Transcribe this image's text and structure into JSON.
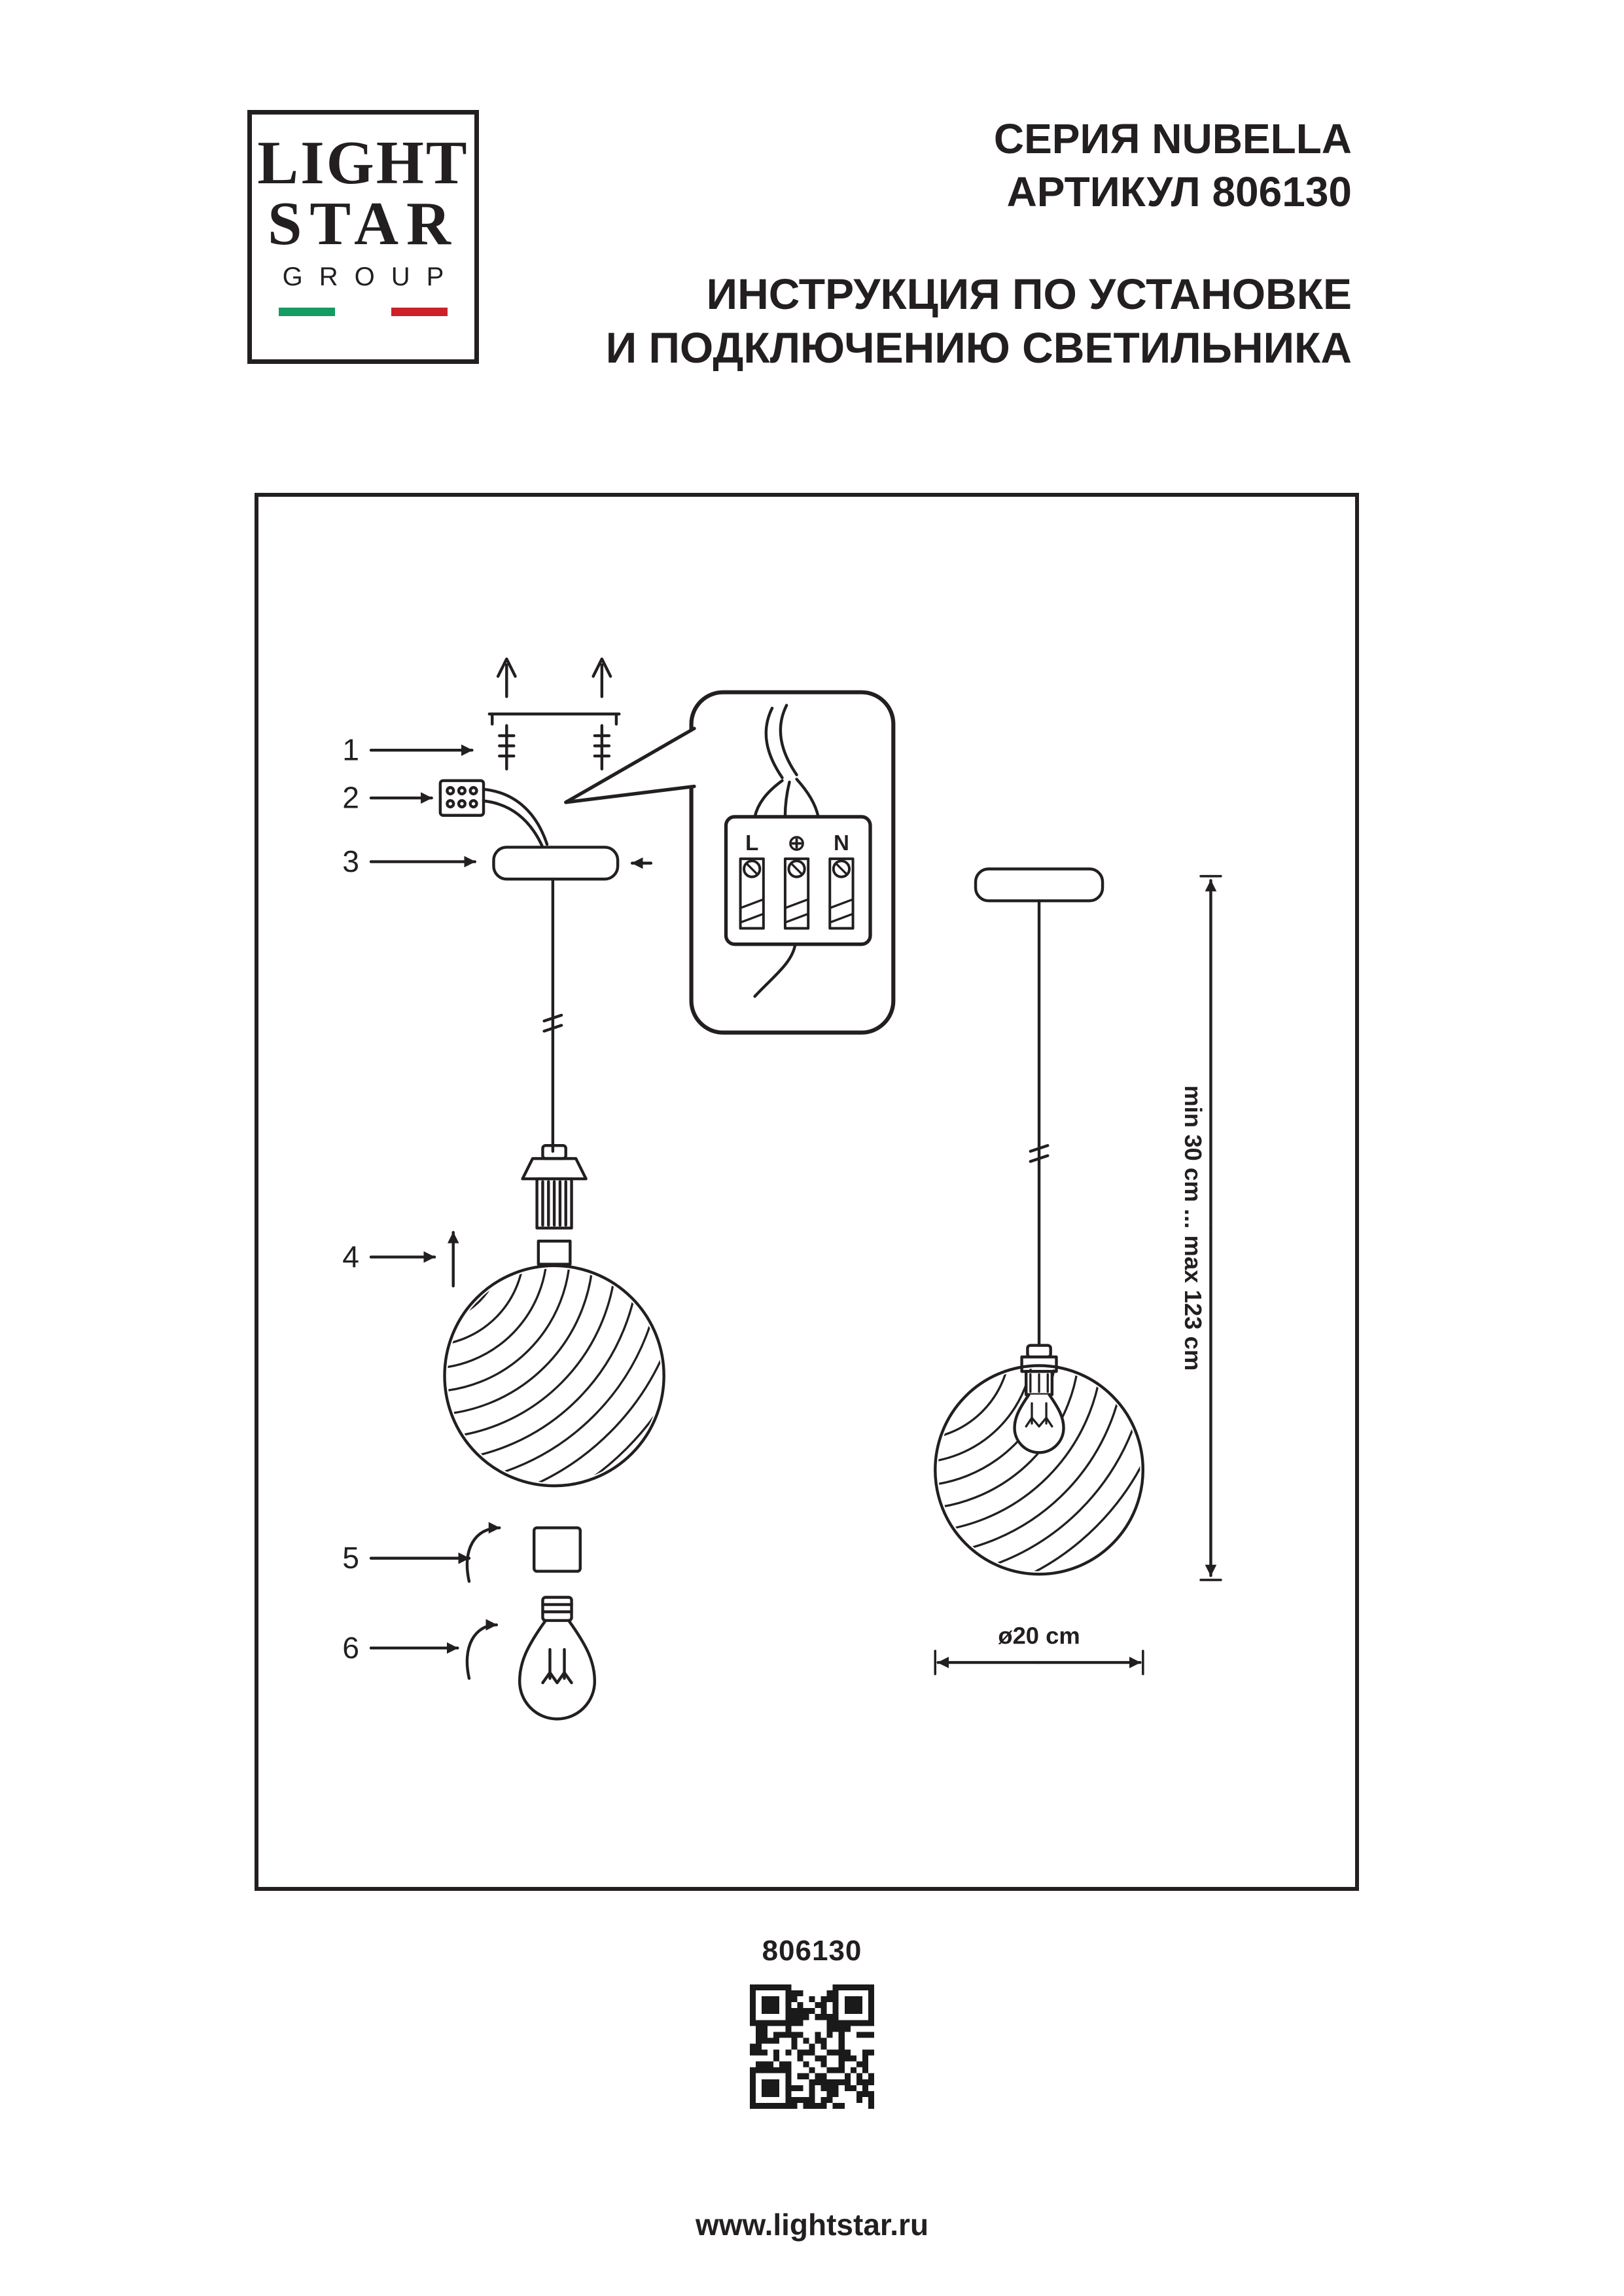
{
  "logo": {
    "word1": "LIGHT",
    "word2": "STAR",
    "word3": "GROUP"
  },
  "header": {
    "series": "СЕРИЯ NUBELLA",
    "article": "АРТИКУЛ 806130",
    "instruction_line1": "ИНСТРУКЦИЯ ПО УСТАНОВКЕ",
    "instruction_line2": "И ПОДКЛЮЧЕНИЮ СВЕТИЛЬНИКА"
  },
  "diagram": {
    "steps": [
      "1",
      "2",
      "3",
      "4",
      "5",
      "6"
    ],
    "terminal": {
      "left": "L",
      "earth": "⊕",
      "right": "N"
    },
    "height_dimension": "min 30 cm ... max 123 cm",
    "diameter_dimension": "ø20 cm"
  },
  "footer": {
    "article": "806130",
    "website": "www.lightstar.ru"
  },
  "colors": {
    "ink": "#231f20",
    "flag_green": "#169b62",
    "flag_white": "#ffffff",
    "flag_red": "#cd212a"
  }
}
